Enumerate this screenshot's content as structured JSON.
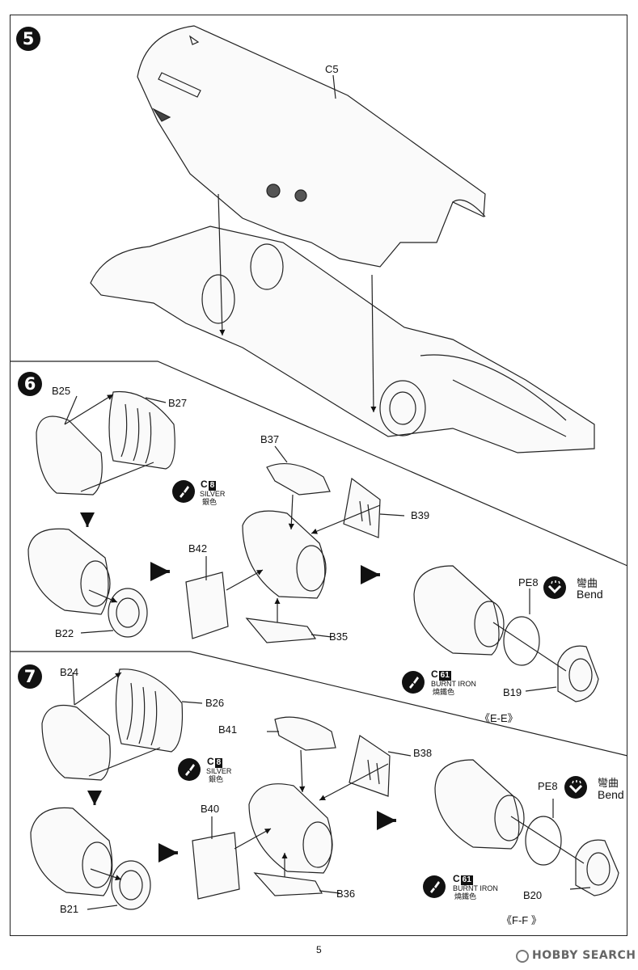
{
  "steps": {
    "five": "5",
    "six": "6",
    "seven": "7"
  },
  "step5": {
    "part_c5": "C5"
  },
  "step6": {
    "b25": "B25",
    "b27": "B27",
    "b22": "B22",
    "b37": "B37",
    "b39": "B39",
    "b42": "B42",
    "b35": "B35",
    "pe8": "PE8",
    "b19": "B19",
    "paint_silver": {
      "code": "C",
      "num": "8",
      "name": "SILVER",
      "cn": "銀色"
    },
    "paint_iron": {
      "code": "C",
      "num": "61",
      "name": "BURNT IRON",
      "cn": "燒鐵色"
    },
    "bend": {
      "cn": "彎曲",
      "en": "Bend"
    },
    "view": "《E-E》"
  },
  "step7": {
    "b24": "B24",
    "b26": "B26",
    "b21": "B21",
    "b41": "B41",
    "b38": "B38",
    "b40": "B40",
    "b36": "B36",
    "pe8": "PE8",
    "b20": "B20",
    "paint_silver": {
      "code": "C",
      "num": "8",
      "name": "SILVER",
      "cn": "銀色"
    },
    "paint_iron": {
      "code": "C",
      "num": "61",
      "name": "BURNT IRON",
      "cn": "燒鐵色"
    },
    "bend": {
      "cn": "彎曲",
      "en": "Bend"
    },
    "view": "《F-F 》"
  },
  "footer": {
    "page_number": "5",
    "watermark": "HOBBY SEARCH"
  }
}
